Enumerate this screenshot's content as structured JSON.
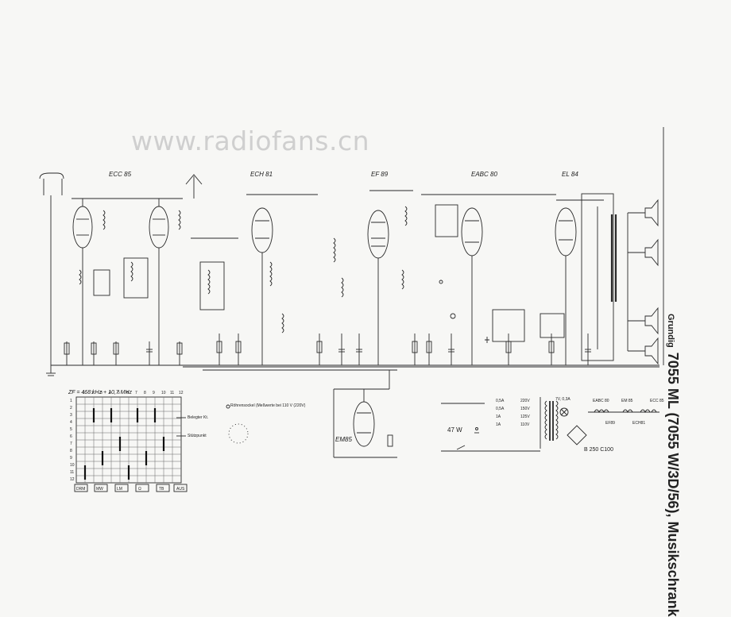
{
  "watermark": "www.radiofans.cn",
  "title": {
    "brand": "Grundig",
    "model": "7055 ML (7055 W/3D/56), Musikschrank"
  },
  "tubes": {
    "ecc85": "ECC 85",
    "ech81": "ECH 81",
    "ef89": "EF 89",
    "eabc80": "EABC 80",
    "el84": "EL 84",
    "em85": "EM85"
  },
  "legend": {
    "zf": "ZF = 468 kHz + 10,7 MHz",
    "belegt": "Belegter Kt.",
    "stutzpunkt": "Stützpunkt",
    "rohrensockel": "Röhrensockel (Meßwerte bei 110 V (220V)"
  },
  "switch_buttons": [
    "DRM",
    "MW",
    "LM",
    "Ω",
    "TB",
    "AUS"
  ],
  "grid_cols": [
    "1",
    "2",
    "3",
    "4",
    "5",
    "6",
    "7",
    "8",
    "9",
    "10",
    "11",
    "12"
  ],
  "grid_rows": [
    "1",
    "2",
    "3",
    "4",
    "5",
    "6",
    "7",
    "8",
    "9",
    "10",
    "11",
    "12"
  ],
  "power": {
    "watt": "47 W",
    "rectifier": "B 250 C100",
    "voltages": [
      "220V",
      "150V",
      "125V",
      "110V"
    ],
    "fuses": [
      "0,5A",
      "0,5A",
      "1A",
      "1A"
    ],
    "lamp_voltage": "7V, 0,3A",
    "heater_chain": [
      "EABC 80",
      "EM 85",
      "EF89",
      "ECH81",
      "ECC 85"
    ]
  }
}
